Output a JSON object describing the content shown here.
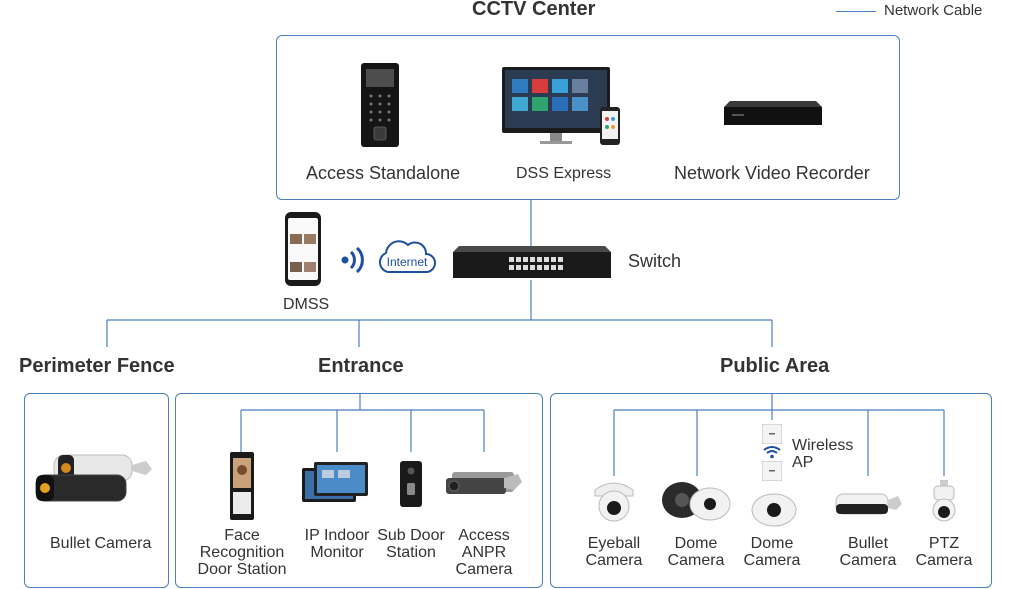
{
  "title": "CCTV Center",
  "legend": {
    "label": "Network Cable",
    "color": "#4a7fc0"
  },
  "center": {
    "access_standalone": "Access Standalone",
    "dss_express": "DSS Express",
    "nvr": "Network Video Recorder"
  },
  "network": {
    "switch": "Switch",
    "internet": "Internet",
    "dmss": "DMSS"
  },
  "zones": {
    "perimeter": {
      "title": "Perimeter Fence",
      "devices": [
        "Bullet Camera"
      ]
    },
    "entrance": {
      "title": "Entrance",
      "devices": [
        [
          "Face",
          "Recognition",
          "Door Station"
        ],
        [
          "IP Indoor",
          "Monitor"
        ],
        [
          "Sub Door",
          "Station"
        ],
        [
          "Access",
          "ANPR",
          "Camera"
        ]
      ]
    },
    "public": {
      "title": "Public Area",
      "wireless_ap": [
        "Wireless",
        "AP"
      ],
      "devices": [
        [
          "Eyeball",
          "Camera"
        ],
        [
          "Dome",
          "Camera"
        ],
        [
          "Dome",
          "Camera"
        ],
        [
          "Bullet",
          "Camera"
        ],
        [
          "PTZ",
          "Camera"
        ]
      ]
    }
  }
}
